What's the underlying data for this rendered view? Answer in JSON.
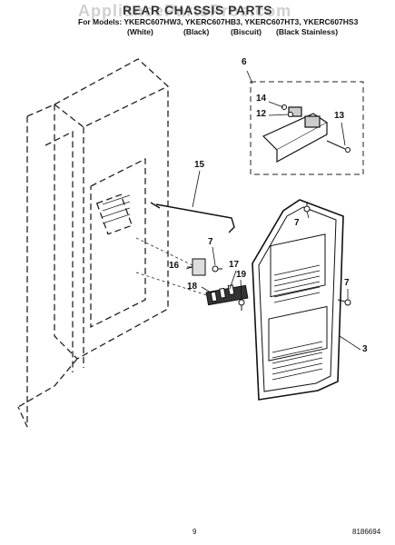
{
  "header": {
    "watermark": "AppliancePartsPros.com",
    "title": "REAR CHASSIS PARTS",
    "models_line": "For Models: YKERC607HW3, YKERC607HB3, YKERC607HT3, YKERC607HS3",
    "columns": [
      "(White)",
      "(Black)",
      "(Biscuit)",
      "(Black Stainless)"
    ]
  },
  "callouts": [
    "6",
    "14",
    "12",
    "13",
    "15",
    "7",
    "16",
    "17",
    "18",
    "19",
    "7",
    "7",
    "3"
  ],
  "footer": {
    "page_number": "9",
    "document_number": "8186694"
  }
}
